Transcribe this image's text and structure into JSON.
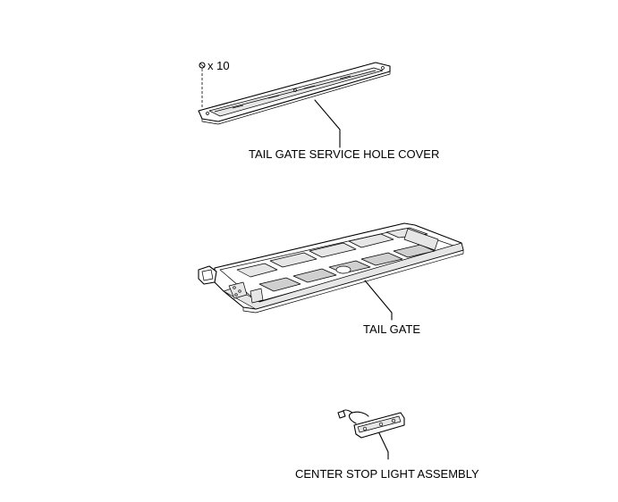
{
  "labels": {
    "screw_count": "x 10",
    "service_hole_cover": "TAIL GATE SERVICE HOLE COVER",
    "tail_gate": "TAIL GATE",
    "center_stop_light": "CENTER STOP LIGHT ASSEMBLY"
  },
  "icons": {
    "screw": "screw-icon"
  },
  "colors": {
    "line": "#000000",
    "background": "#ffffff"
  }
}
